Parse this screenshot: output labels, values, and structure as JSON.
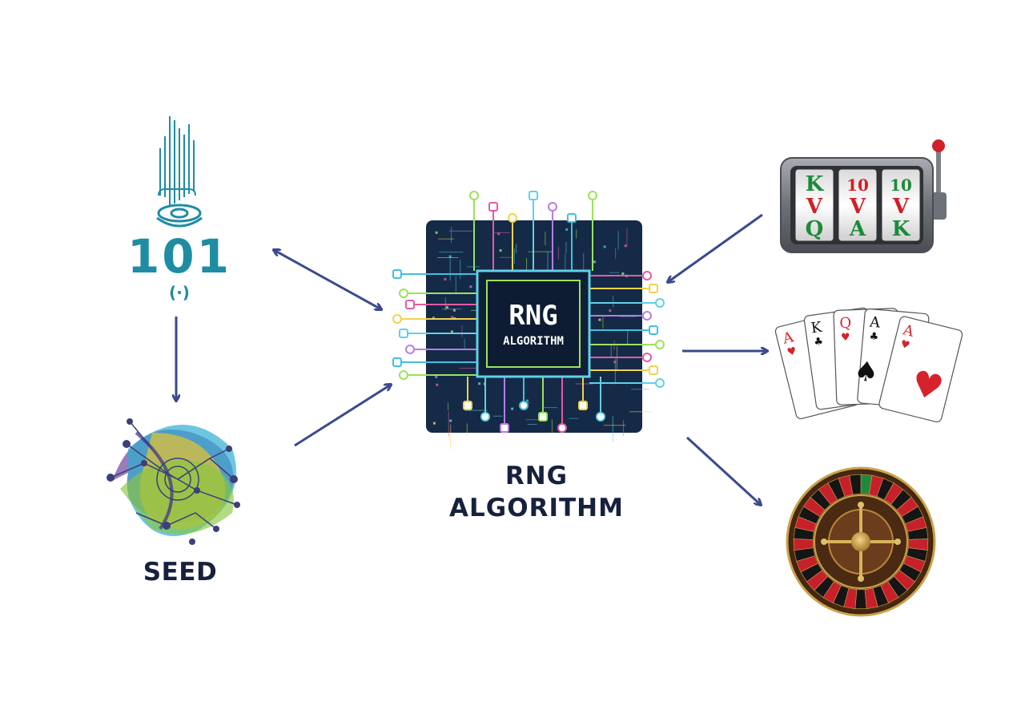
{
  "entropy": {
    "digits": "101",
    "symbol": "(·)"
  },
  "seed": {
    "label": "SEED"
  },
  "chip": {
    "line1": "RNG",
    "line2": "ALGORITHM"
  },
  "caption": {
    "line1": "RNG",
    "line2": "ALGORITHM"
  },
  "slot_machine": {
    "reels": [
      [
        "K",
        "V",
        "Q"
      ],
      [
        "10",
        "V",
        "A"
      ],
      [
        "10",
        "V",
        "K"
      ]
    ]
  },
  "cards": {
    "ranks": [
      "A",
      "K",
      "Q",
      "A",
      "A"
    ]
  },
  "colors": {
    "arrow": "#3b4a8c",
    "chip_bg": "#152a47",
    "entropy": "#1e8da3",
    "label": "#16213e",
    "card_red": "#d6232b",
    "wheel_wood": "#5b3419",
    "slot_green": "#1b8a3a",
    "slot_red": "#d0202a"
  }
}
